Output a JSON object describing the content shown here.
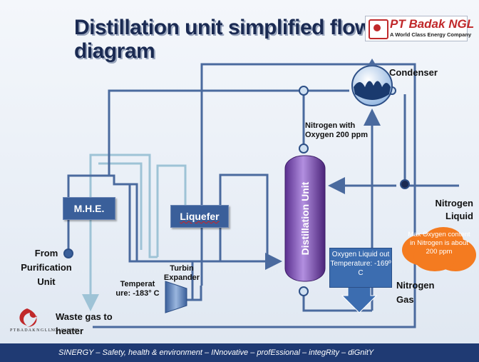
{
  "title": "Distillation unit simplified flow diagram",
  "logo": {
    "name": "PT Badak NGL",
    "tagline": "A World Class Energy Company"
  },
  "labels": {
    "condenser": "Condenser",
    "nitrogen_oxygen": "Nitrogen with Oxygen 200 ppm",
    "from_purification": "From Purification Unit",
    "temperature_left": "Temperat ure: -183° C",
    "turbin_expander": "Turbin Expander",
    "waste_gas": "Waste gas to heater",
    "nitrogen_liquid": "Nitrogen Liquid",
    "nitrogen_gas": "Nitrogen Gas"
  },
  "boxes": {
    "mhe": "M.H.E.",
    "liquefer": "Liquefer",
    "distillation": "Distillation Unit"
  },
  "callout": "Oxygen Liquid out Temperature: -169º C",
  "cloud": "Max Oxygen content in Nitrogen is about 200 ppm",
  "academy_logo": "P T  B A D A K  N G L  LNG ACADEMY",
  "footer": "SINERGY – Safety,  health & environment – INnovative – profEssional – integRity – diGnitY",
  "colors": {
    "pipe": "#4a6a9e",
    "pipe_light": "#9ec3d6",
    "column": "#7a4db0",
    "callout": "#3c6db0",
    "cloud": "#f47b20",
    "footer": "#1f3a73"
  }
}
